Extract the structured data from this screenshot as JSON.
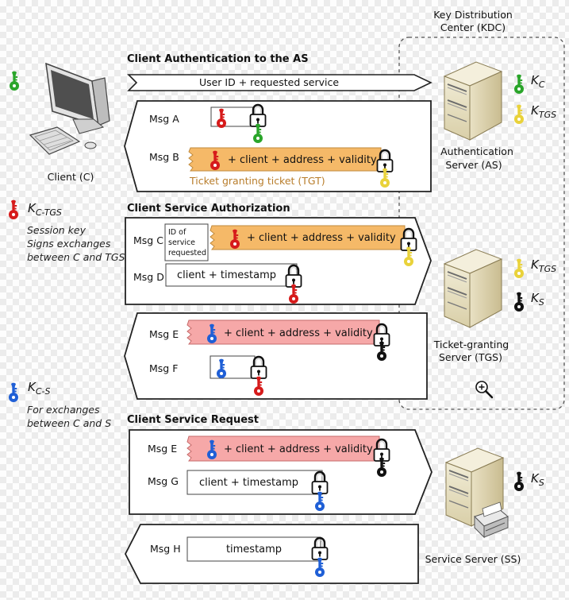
{
  "kdc": {
    "line1": "Key Distribution",
    "line2": "Center (KDC)"
  },
  "client": {
    "label": "Client (C)"
  },
  "as_server": {
    "line1": "Authentication",
    "line2": "Server (AS)"
  },
  "tgs_server": {
    "line1": "Ticket-granting",
    "line2": "Server (TGS)"
  },
  "ss_server": {
    "label": "Service Server (SS)"
  },
  "sections": {
    "auth": "Client Authentication to the AS",
    "authz": "Client Service Authorization",
    "request": "Client Service Request"
  },
  "messages": {
    "request_text": "User ID + requested service",
    "msg_a": "Msg A",
    "msg_b": "Msg B",
    "msg_c": "Msg C",
    "msg_d": "Msg D",
    "msg_e": "Msg E",
    "msg_f": "Msg F",
    "msg_e2": "Msg E",
    "msg_g": "Msg G",
    "msg_h": "Msg H",
    "ticket_text": "+ client + address + validity",
    "tgt_label": "Ticket granting ticket (TGT)",
    "id_line1": "ID of",
    "id_line2": "service",
    "id_line3": "requested",
    "client_timestamp": "client + timestamp",
    "timestamp": "timestamp"
  },
  "keys": {
    "kc": "K",
    "kc_sub": "C",
    "ktgs": "K",
    "ktgs_sub": "TGS",
    "ks": "K",
    "ks_sub": "S",
    "kctgs": "K",
    "kctgs_sub": "C-TGS",
    "kcs": "K",
    "kcs_sub": "C-S"
  },
  "legend": {
    "session_line1": "Session key",
    "session_line2": "Signs exchanges",
    "session_line3": "between C and TGS",
    "cs_line1": "For exchanges",
    "cs_line2": "between C and S"
  },
  "colors": {
    "green_key": "#2aa52a",
    "yellow_key": "#e9d23a",
    "black_key": "#111111",
    "red_key": "#d61b1b",
    "blue_key": "#1f5fd6",
    "tgt_fill": "#f5b968",
    "ticket_fill": "#f6a8a8"
  },
  "icons": [
    "key-icon",
    "padlock-icon",
    "computer-icon",
    "server-icon",
    "printer-icon",
    "zoom-icon"
  ]
}
